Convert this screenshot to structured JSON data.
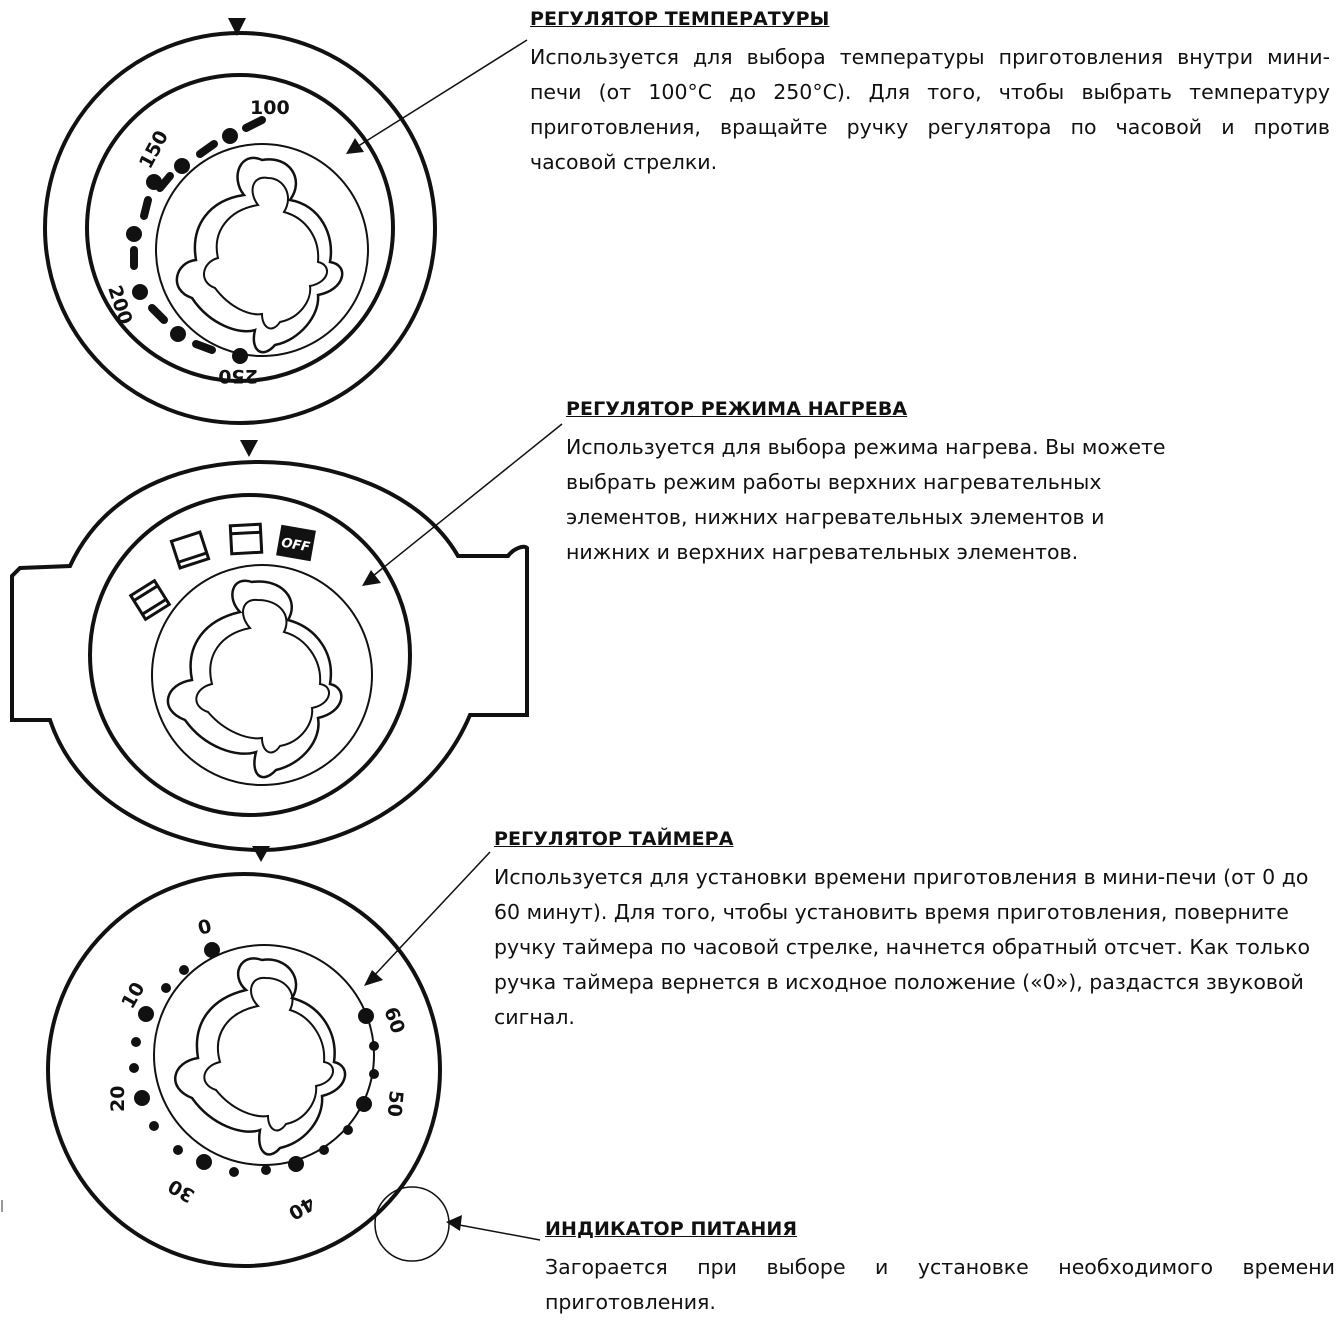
{
  "sections": {
    "temperature": {
      "title": "РЕГУЛЯТОР ТЕМПЕРАТУРЫ",
      "text": "Используется для выбора температуры приготовления внутри мини-печи (от 100°С до 250°С). Для того, чтобы выбрать температуру приготовления, вращайте ручку регулятора по часовой и против часовой стрелки."
    },
    "mode": {
      "title": "РЕГУЛЯТОР РЕЖИМА НАГРЕВА",
      "text": "Используется для выбора режима нагрева. Вы можете выбрать режим работы верхних нагревательных элементов, нижних нагревательных элементов и нижних и верхних нагревательных элементов."
    },
    "timer": {
      "title": "РЕГУЛЯТОР ТАЙМЕРА",
      "text": "Используется для установки времени приготовления в мини-печи (от 0 до 60 минут). Для того, чтобы установить время приготовления, поверните ручку таймера по часовой стрелке, начнется обратный отсчет. Как только ручка таймера вернется в исходное положение («0»), раздастся звуковой сигнал."
    },
    "power": {
      "title": "ИНДИКАТОР ПИТАНИЯ",
      "text": "Загорается при выборе и установке необходимого времени приготовления."
    }
  },
  "dials": {
    "temperature_labels": [
      "100",
      "150",
      "200",
      "250"
    ],
    "mode_off_label": "OFF",
    "timer_labels": [
      "0",
      "10",
      "20",
      "30",
      "40",
      "50",
      "60"
    ]
  }
}
